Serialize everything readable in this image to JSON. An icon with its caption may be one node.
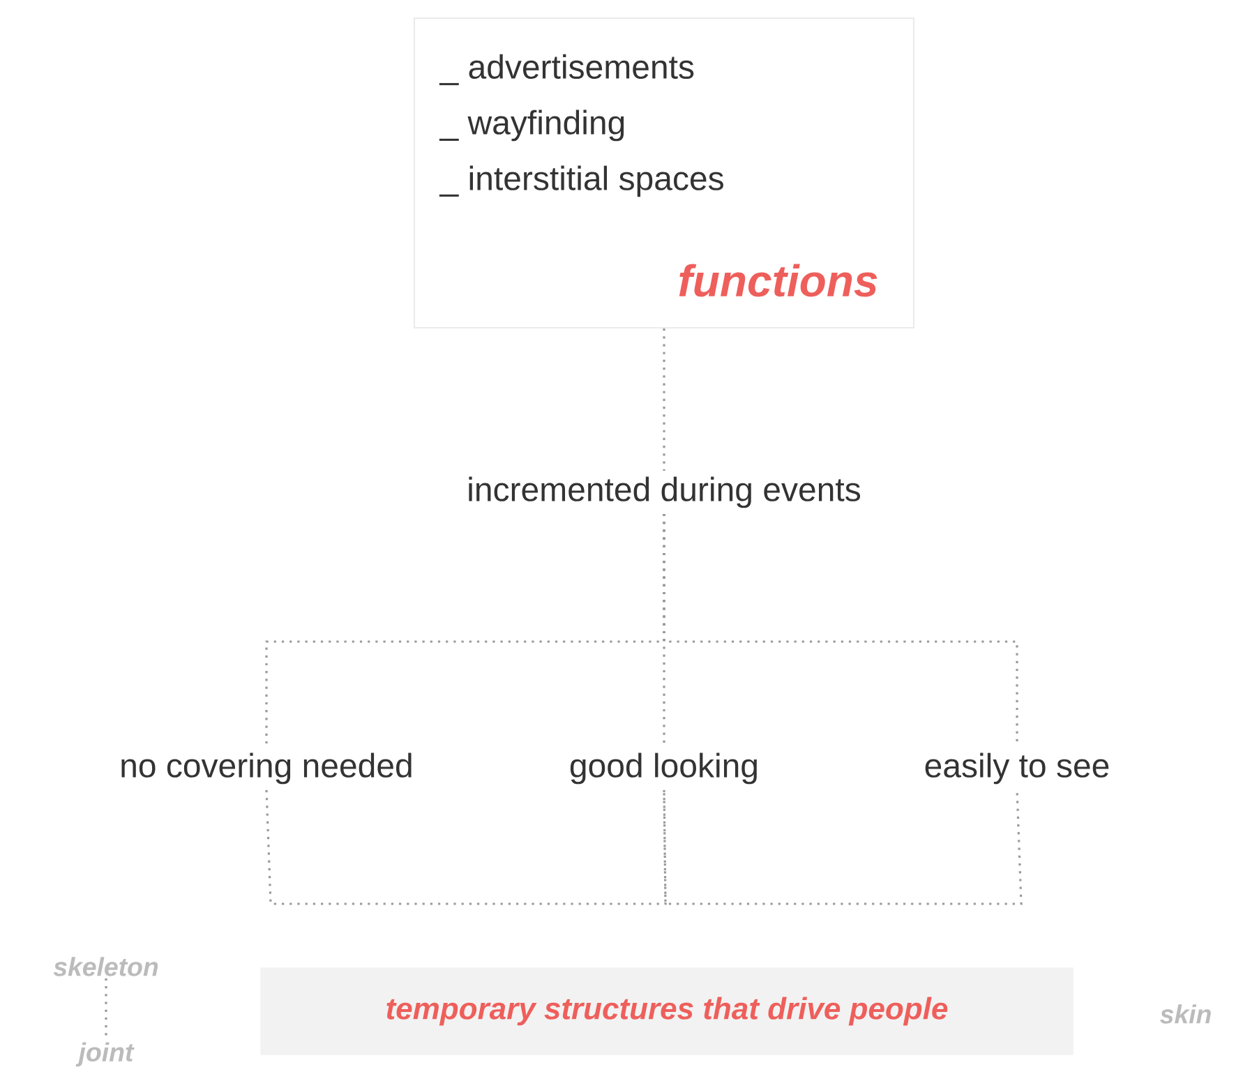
{
  "diagram": {
    "nodes": [
      {
        "text": [
          "_ advertisements",
          "_ wayfinding",
          "_ interstitial spaces",
          "functions"
        ]
      },
      {
        "text": [
          "incremented during events"
        ]
      },
      {
        "text": [
          "no covering needed"
        ]
      },
      {
        "text": [
          "good looking"
        ]
      },
      {
        "text": [
          "easily to see"
        ]
      },
      {
        "text": [
          "temporary structures that drive people"
        ]
      },
      {
        "text": [
          "skeleton"
        ]
      },
      {
        "text": [
          "joint"
        ]
      }
    ],
    "edges": [
      {
        "from": 0,
        "to": 1,
        "arrow": "none"
      },
      {
        "from": 1,
        "to": 2,
        "arrow": "none"
      },
      {
        "from": 1,
        "to": 3,
        "arrow": "none"
      },
      {
        "from": 1,
        "to": 4,
        "arrow": "none"
      },
      {
        "from": 2,
        "to": 3,
        "arrow": "none"
      },
      {
        "from": 3,
        "to": 4,
        "arrow": "none"
      },
      {
        "from": 6,
        "to": 7,
        "arrow": "none"
      }
    ],
    "labels": [
      "skin"
    ]
  }
}
